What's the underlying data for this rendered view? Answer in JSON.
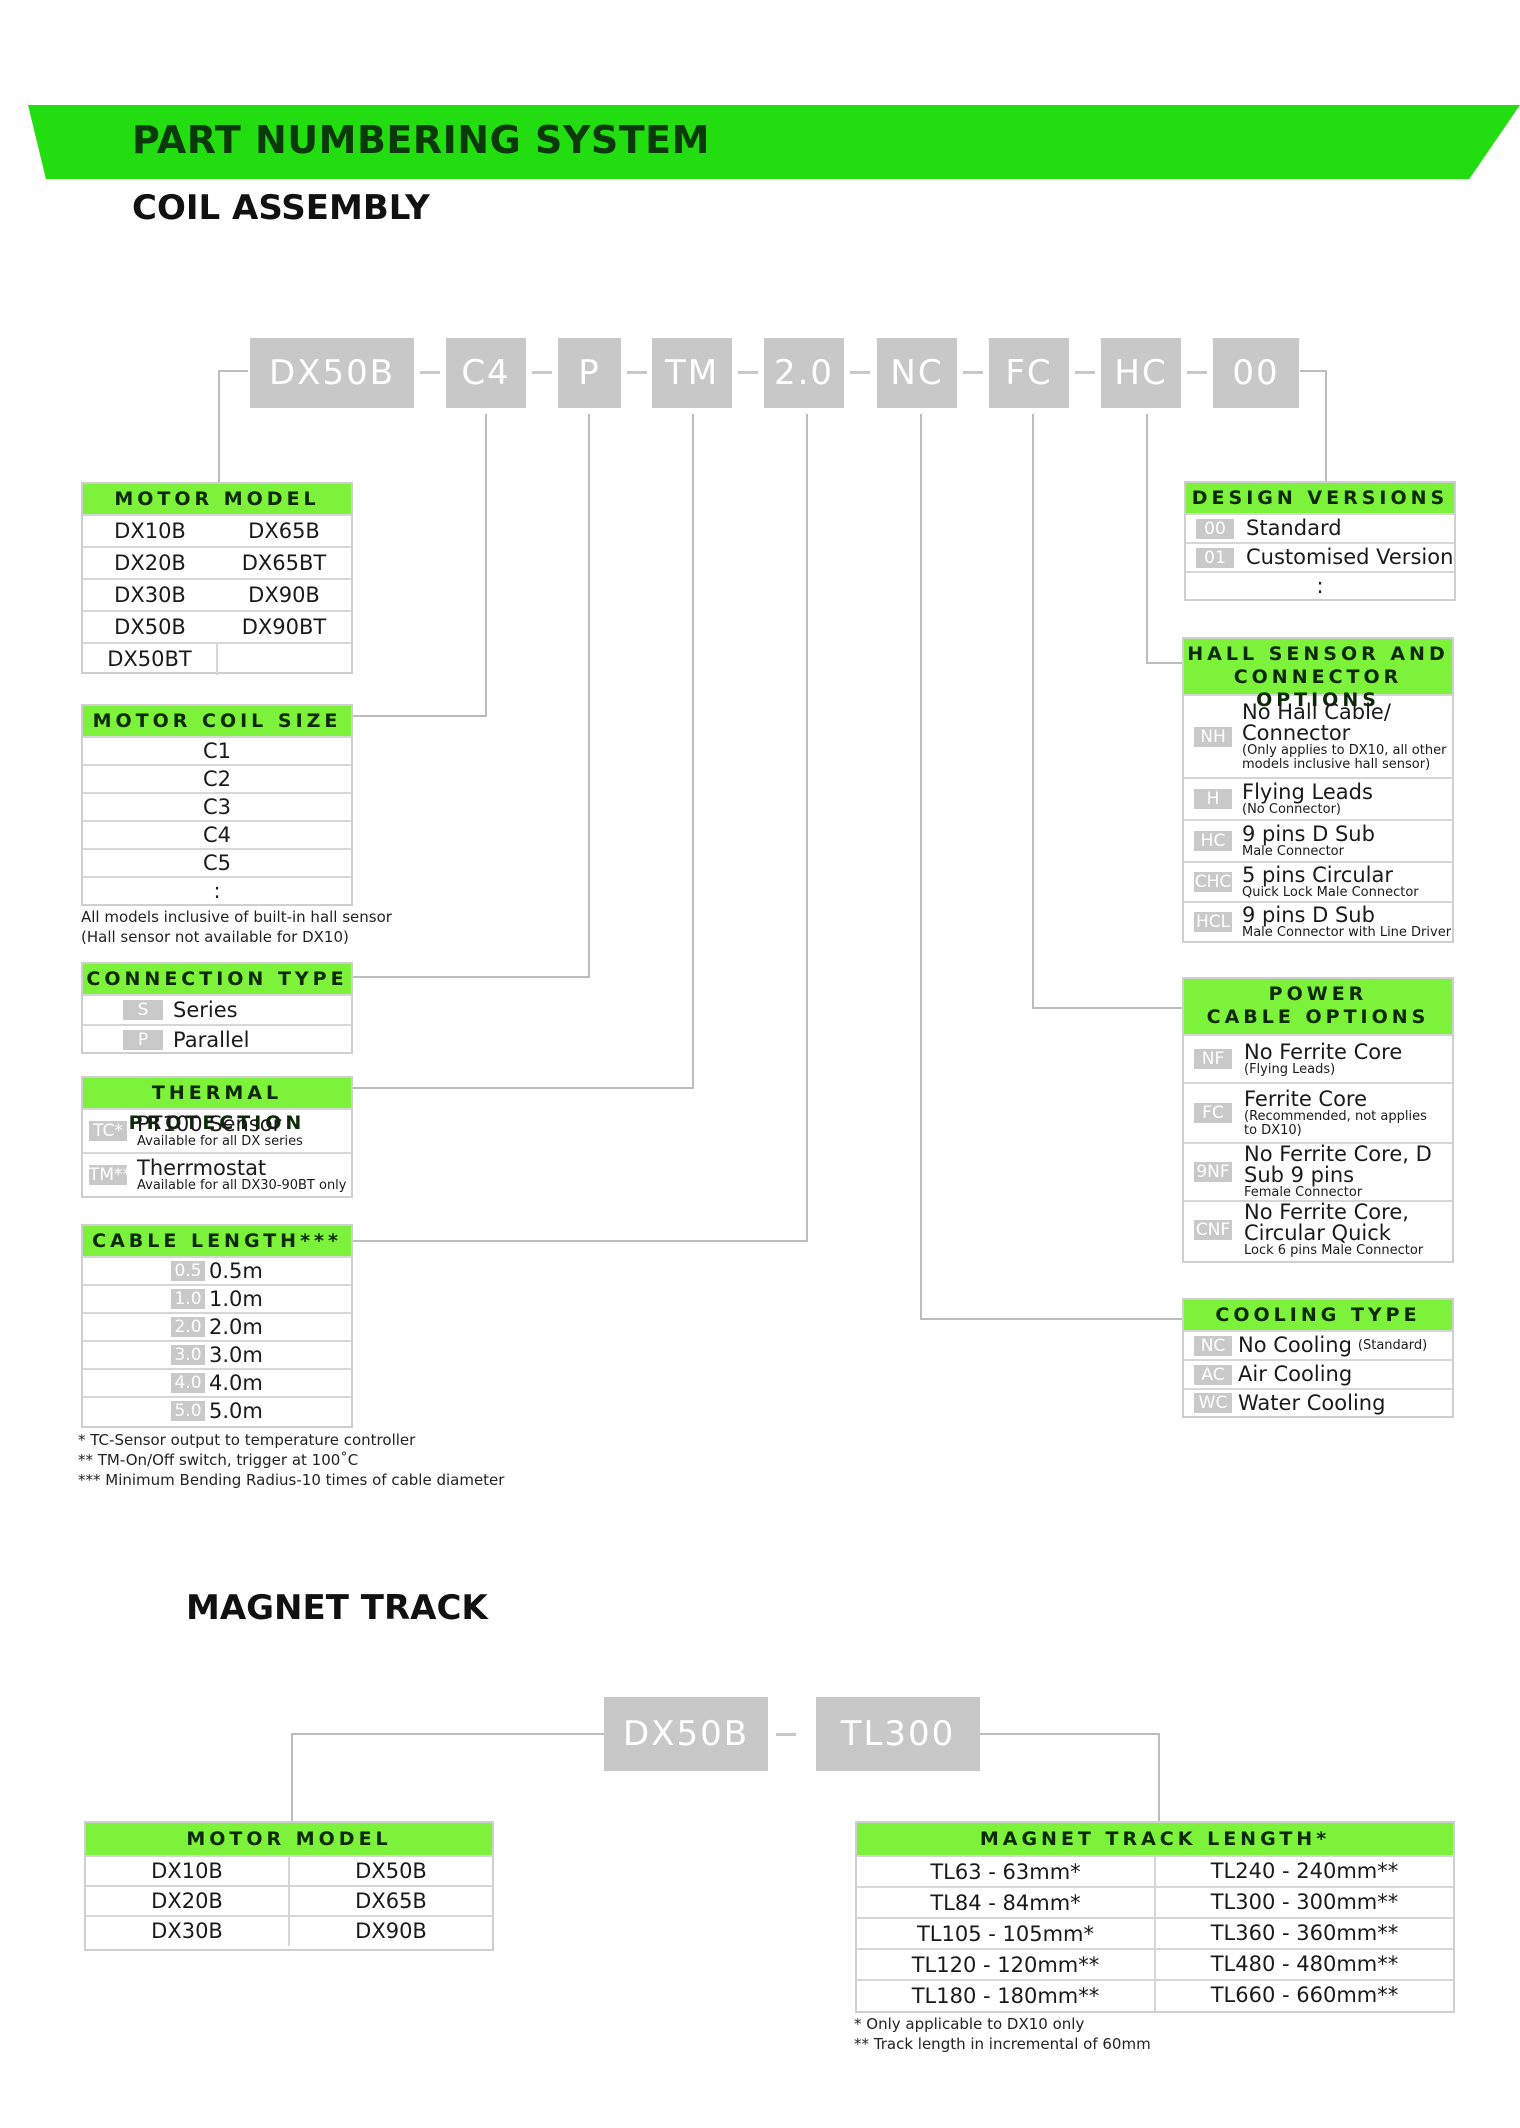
{
  "header": {
    "title": "PART NUMBERING SYSTEM",
    "coil_title": "COIL ASSEMBLY",
    "magnet_title": "MAGNET TRACK"
  },
  "part_number": [
    "DX50B",
    "C4",
    "P",
    "TM",
    "2.0",
    "NC",
    "FC",
    "HC",
    "00"
  ],
  "motor_model": {
    "title": "MOTOR MODEL",
    "rows": [
      [
        "DX10B",
        "DX65B"
      ],
      [
        "DX20B",
        "DX65BT"
      ],
      [
        "DX30B",
        "DX90B"
      ],
      [
        "DX50B",
        "DX90BT"
      ],
      [
        "DX50BT",
        ""
      ]
    ]
  },
  "coil_size": {
    "title": "MOTOR COIL SIZE",
    "rows": [
      "C1",
      "C2",
      "C3",
      "C4",
      "C5",
      ":"
    ],
    "note1": "All models inclusive of built-in hall sensor",
    "note2": "(Hall sensor not available for DX10)"
  },
  "connection": {
    "title": "CONNECTION TYPE",
    "rows": [
      {
        "code": "S",
        "label": "Series"
      },
      {
        "code": "P",
        "label": "Parallel"
      }
    ]
  },
  "thermal": {
    "title": "THERMAL PROTECTION",
    "rows": [
      {
        "code": "TC*",
        "label": "PT100 Sensor",
        "sub": "Available for all DX series"
      },
      {
        "code": "TM**",
        "label": "Therrmostat",
        "sub": "Available for all DX30-90BT only"
      }
    ]
  },
  "cable_length": {
    "title": "CABLE LENGTH***",
    "rows": [
      {
        "code": "0.5",
        "label": "0.5m"
      },
      {
        "code": "1.0",
        "label": "1.0m"
      },
      {
        "code": "2.0",
        "label": "2.0m"
      },
      {
        "code": "3.0",
        "label": "3.0m"
      },
      {
        "code": "4.0",
        "label": "4.0m"
      },
      {
        "code": "5.0",
        "label": "5.0m"
      }
    ],
    "notes": [
      "*    TC-Sensor output to temperature controller",
      "**  TM-On/Off switch, trigger at 100˚C",
      "*** Minimum Bending Radius-10 times of cable diameter"
    ]
  },
  "design": {
    "title": "DESIGN VERSIONS",
    "rows": [
      {
        "code": "00",
        "label": "Standard"
      },
      {
        "code": "01",
        "label": "Customised Version"
      }
    ],
    "more": ":"
  },
  "hall": {
    "title1": "HALL SENSOR AND",
    "title2": "CONNECTOR OPTIONS",
    "rows": [
      {
        "code": "NH",
        "l1": "No Hall Cable/",
        "l2": "Connector",
        "s1": "(Only applies to DX10, all other",
        "s2": "models inclusive hall sensor)"
      },
      {
        "code": "H",
        "l1": "Flying Leads",
        "l2": "",
        "s1": "(No Connector)",
        "s2": ""
      },
      {
        "code": "HC",
        "l1": "9 pins D Sub",
        "l2": "",
        "s1": "Male Connector",
        "s2": ""
      },
      {
        "code": "CHC",
        "l1": "5 pins Circular",
        "l2": "",
        "s1": "Quick Lock Male Connector",
        "s2": ""
      },
      {
        "code": "HCL",
        "l1": "9 pins D Sub",
        "l2": "",
        "s1": "Male Connector with Line Driver",
        "s2": ""
      }
    ]
  },
  "power": {
    "title1": "POWER",
    "title2": "CABLE OPTIONS",
    "rows": [
      {
        "code": "NF",
        "l1": "No Ferrite Core",
        "l2": "",
        "s1": "(Flying Leads)",
        "s2": ""
      },
      {
        "code": "FC",
        "l1": "Ferrite Core",
        "l2": "",
        "s1": "(Recommended, not applies",
        "s2": "to DX10)"
      },
      {
        "code": "9NF",
        "l1": "No Ferrite Core, D",
        "l2": "Sub 9 pins",
        "s1": "Female Connector",
        "s2": ""
      },
      {
        "code": "CNF",
        "l1": "No Ferrite Core,",
        "l2": "Circular Quick",
        "s1": "Lock 6 pins Male Connector",
        "s2": ""
      }
    ]
  },
  "cooling": {
    "title": "COOLING TYPE",
    "rows": [
      {
        "code": "NC",
        "label": "No Cooling",
        "sub": "(Standard)"
      },
      {
        "code": "AC",
        "label": "Air Cooling",
        "sub": ""
      },
      {
        "code": "WC",
        "label": "Water Cooling",
        "sub": ""
      }
    ]
  },
  "magnet_part": [
    "DX50B",
    "TL300"
  ],
  "mt_model": {
    "title": "MOTOR MODEL",
    "rows": [
      [
        "DX10B",
        "DX50B"
      ],
      [
        "DX20B",
        "DX65B"
      ],
      [
        "DX30B",
        "DX90B"
      ]
    ]
  },
  "mt_length": {
    "title": "MAGNET TRACK LENGTH*",
    "rows": [
      [
        "TL63 - 63mm*",
        "TL240 - 240mm**"
      ],
      [
        "TL84 - 84mm*",
        "TL300 - 300mm**"
      ],
      [
        "TL105 - 105mm*",
        "TL360 - 360mm**"
      ],
      [
        "TL120 - 120mm**",
        "TL480 - 480mm**"
      ],
      [
        "TL180 - 180mm**",
        "TL660 - 660mm**"
      ]
    ],
    "notes": [
      "*   Only applicable to DX10 only",
      "**  Track length in incremental of 60mm"
    ]
  }
}
